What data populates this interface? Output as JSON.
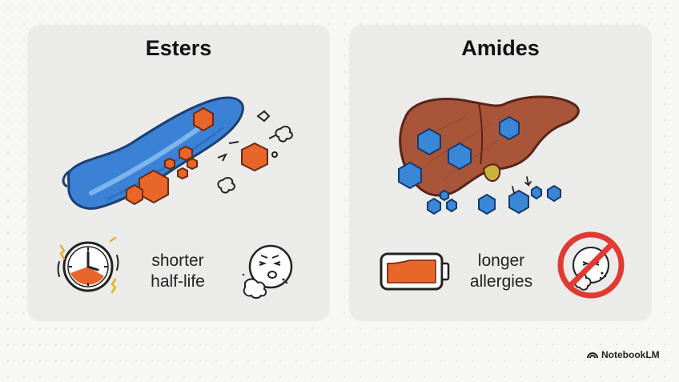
{
  "panels": {
    "esters": {
      "title": "Esters",
      "caption_line1": "shorter",
      "caption_line2": "half-life",
      "icons": [
        "bacterium-icon",
        "hexagon-fragment-icon",
        "clock-icon",
        "sick-face-icon"
      ]
    },
    "amides": {
      "title": "Amides",
      "caption_line1": "longer",
      "caption_line2": "allergies",
      "icons": [
        "liver-icon",
        "hexagon-molecule-icon",
        "battery-icon",
        "no-allergy-icon"
      ]
    }
  },
  "brand": {
    "label": "NotebookLM"
  },
  "colors": {
    "background": "#f7f7f5",
    "panel": "#ebebea",
    "bacterium_blue": "#3b82d6",
    "hexagon_orange": "#e8662a",
    "liver_brown": "#a9553a",
    "hexagon_blue": "#3a87d8",
    "prohibit_red": "#e03a32"
  }
}
